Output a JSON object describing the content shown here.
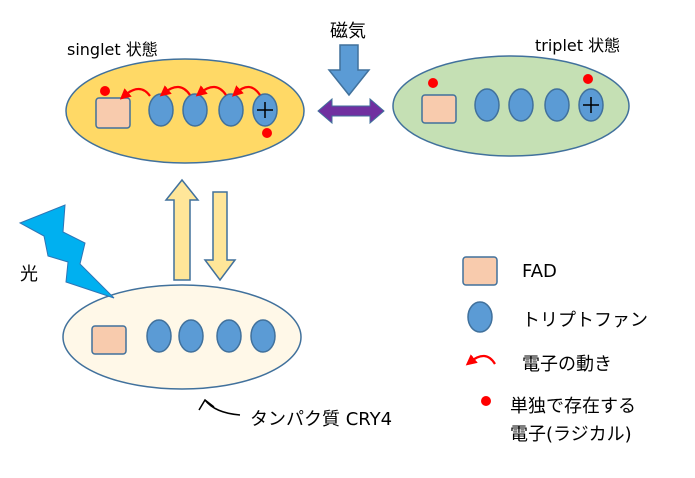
{
  "labels": {
    "singlet": "singlet 状態",
    "triplet": "triplet 状態",
    "magnetism": "磁気",
    "light": "光",
    "protein": "タンパク質 CRY4"
  },
  "legend": {
    "fad": "FAD",
    "tryptophan": "トリプトファン",
    "electron_motion": "電子の動き",
    "radical_line1": "単独で存在する",
    "radical_line2": "電子(ラジカル)"
  },
  "colors": {
    "singlet_fill": "#FFD966",
    "triplet_fill": "#C5E0B4",
    "ground_fill": "#FFF8E8",
    "fad_fill": "#F8CBAD",
    "tryptophan_fill": "#5B9BD5",
    "outline": "#41719C",
    "electron": "#FF0000",
    "exchange_arrow": "#7030A0",
    "magnet_arrow": "#5B9BD5",
    "lightning": "#00B0F0",
    "vertical_arrow": "#FFE699"
  }
}
